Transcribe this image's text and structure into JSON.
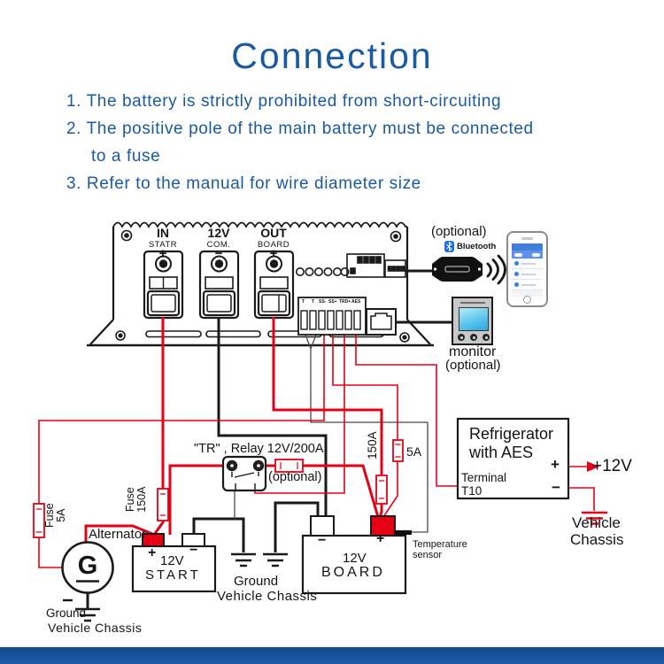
{
  "title": "Connection",
  "notes": [
    "1. The battery is strictly prohibited from short-circuiting",
    "2. The positive pole of the main battery must be connected",
    "to a fuse",
    "3. Refer to the manual for wire diameter size"
  ],
  "charger": {
    "terminals": [
      {
        "name": "IN",
        "sub": "STATR",
        "polarity": "+"
      },
      {
        "name": "12V",
        "sub": "COM.",
        "polarity": "−"
      },
      {
        "name": "OUT",
        "sub": "BOARD",
        "polarity": "+"
      }
    ],
    "signal_labels": [
      "T",
      "T",
      "SS-",
      "SS+",
      "TRD+",
      "AES"
    ]
  },
  "bluetooth": {
    "optional": "(optional)",
    "label": "Bluetooth"
  },
  "monitor": {
    "label": "monitor",
    "optional": "(optional)"
  },
  "relay": {
    "label": "\"TR\" , Relay 12V/200A",
    "optional": "(optional)"
  },
  "fuses": {
    "fuse5a": {
      "line1": "Fuse",
      "line2": "5A"
    },
    "fuse150a": {
      "line1": "Fuse",
      "line2": "150A"
    },
    "inline150a": "150A",
    "inline5a": "5A"
  },
  "alternator": {
    "label": "Alternator",
    "symbol": "G",
    "ground1": "Ground",
    "ground2": "Vehicle Chassis"
  },
  "start_battery": {
    "plus": "+",
    "minus": "−",
    "voltage": "12V",
    "name": "START"
  },
  "board_battery": {
    "minus": "−",
    "plus": "+",
    "voltage": "12V",
    "name": "BOARD"
  },
  "center_ground": {
    "line1": "Ground",
    "line2": "Vehicle Chassis"
  },
  "temp_sensor": {
    "line1": "Temperature",
    "line2": "sensor"
  },
  "refrigerator": {
    "line1": "Refrigerator",
    "line2": "with AES",
    "terminal": "Terminal",
    "t10": "T10",
    "plus": "+",
    "minus": "−",
    "supply": "+12V",
    "chassis1": "Vehicle",
    "chassis2": "Chassis"
  },
  "colors": {
    "blue_text": "#1a5aa0",
    "wire_red": "#e60014",
    "wire_black": "#1a1a1a",
    "footer_bar": "#17519e",
    "bluetooth_blue": "#1a6fe8"
  }
}
